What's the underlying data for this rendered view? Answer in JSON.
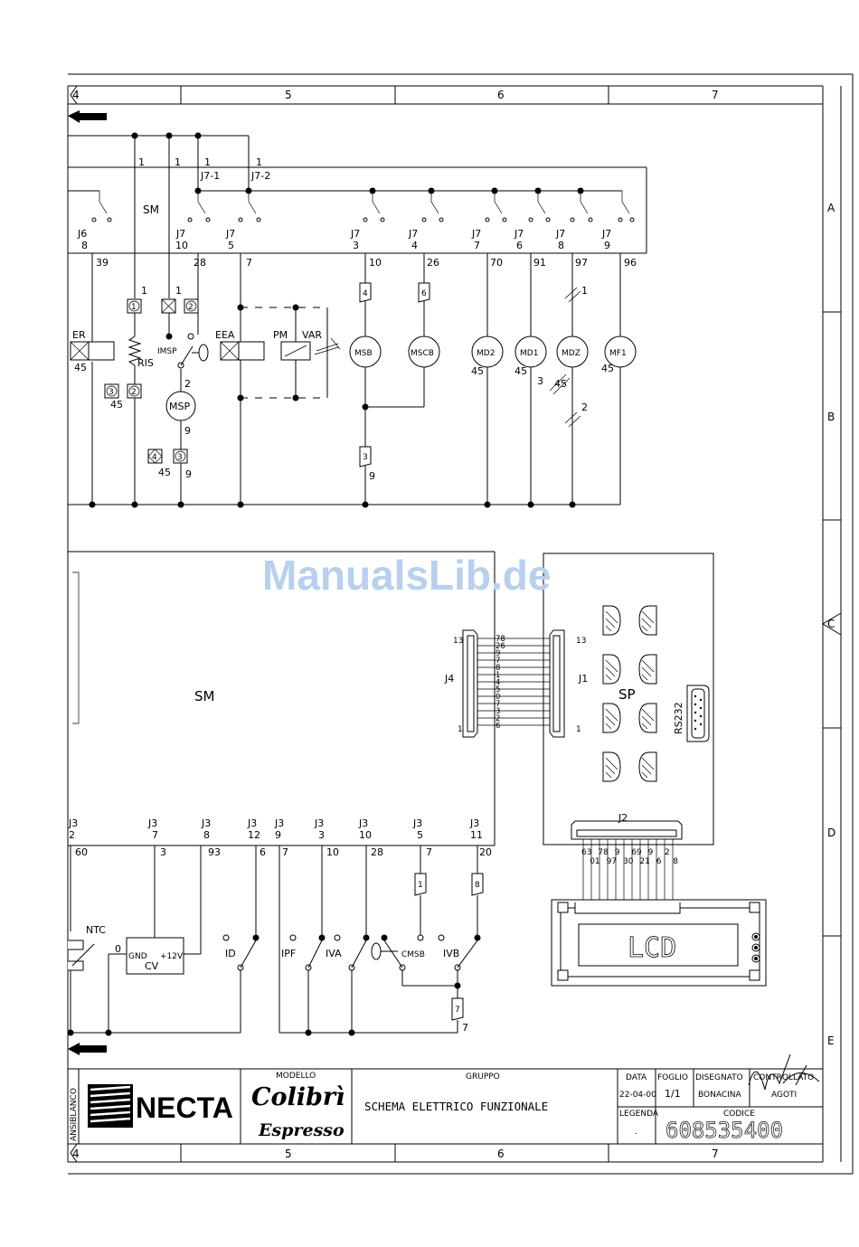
{
  "watermark": "ManualsLib.de",
  "grid": {
    "columns": [
      "4",
      "5",
      "6",
      "7"
    ],
    "rows": [
      "A",
      "B",
      "C",
      "D",
      "E"
    ]
  },
  "top": {
    "sm": "SM",
    "j7_1": "J7-1",
    "j7_2": "J7-2",
    "one": "1",
    "jacks": [
      {
        "j": "J6",
        "n": "8",
        "w": "39"
      },
      {
        "j": "J7",
        "n": "10",
        "w": "28"
      },
      {
        "j": "J7",
        "n": "5",
        "w": "7"
      },
      {
        "j": "J7",
        "n": "3",
        "w": "10"
      },
      {
        "j": "J7",
        "n": "4",
        "w": "26"
      },
      {
        "j": "J7",
        "n": "7",
        "w": "70"
      },
      {
        "j": "J7",
        "n": "6",
        "w": "91"
      },
      {
        "j": "J7",
        "n": "8",
        "w": "97"
      },
      {
        "j": "J7",
        "n": "9",
        "w": "96"
      }
    ],
    "er": "ER",
    "ris": "RIS",
    "imsp": "IMSP",
    "msp": "MSP",
    "eea": "EEA",
    "pm": "PM",
    "var": "VAR",
    "motors": [
      "MSB",
      "MSCB",
      "MD2",
      "MD1",
      "MDZ",
      "MF1"
    ],
    "ground": "45",
    "tags": {
      "t1": "1",
      "t2": "2",
      "t3": "3",
      "t4": "4",
      "t6": "6",
      "t9": "9"
    }
  },
  "mid": {
    "sm": "SM",
    "sp": "SP",
    "j4": "J4",
    "j1": "J1",
    "j2": "J2",
    "rs232": "RS232",
    "lcd": "LCD",
    "pin13": "13",
    "pin1": "1",
    "j4_wires": [
      "78",
      "26",
      "9",
      "7",
      "8",
      "1",
      "4",
      "5",
      "0",
      "7",
      "3",
      "2",
      "6"
    ],
    "j2_wires": [
      "63",
      "01",
      "78",
      "97",
      "9",
      "30",
      "69",
      "21",
      "9",
      "6",
      "2",
      "8"
    ]
  },
  "bottom": {
    "jacks": [
      {
        "j": "J3",
        "n": "2",
        "w": "60"
      },
      {
        "j": "J3",
        "n": "7",
        "w": "3"
      },
      {
        "j": "J3",
        "n": "8",
        "w": "93"
      },
      {
        "j": "J3",
        "n": "12",
        "w": "6"
      },
      {
        "j": "J3",
        "n": "9",
        "w": "7"
      },
      {
        "j": "J3",
        "n": "3",
        "w": "10"
      },
      {
        "j": "J3",
        "n": "10",
        "w": "28"
      },
      {
        "j": "J3",
        "n": "5",
        "w": "7"
      },
      {
        "j": "J3",
        "n": "11",
        "w": "20"
      }
    ],
    "ntc": "NTC",
    "cv": "CV",
    "gnd": "GND",
    "v12": "+12V",
    "zero": "0",
    "switches": [
      "ID",
      "IPF",
      "IVA",
      "CMSB",
      "IVB"
    ],
    "tag1": "1",
    "tag8": "8",
    "tag7": "7"
  },
  "titleblock": {
    "side": "ANSIBLANCO",
    "brand": "NECTA",
    "modello_label": "MODELLO",
    "model": "Colibrì",
    "sub": "Espresso",
    "gruppo_label": "GRUPPO",
    "title": "SCHEMA ELETTRICO FUNZIONALE",
    "data_label": "DATA",
    "data": "22-04-00",
    "foglio_label": "FOGLIO",
    "foglio": "1/1",
    "disegnato_label": "DISEGNATO",
    "disegnato": "BONACINA",
    "controllato_label": "CONTROLLATO",
    "controllato": "AGOTI",
    "legenda_label": "LEGENDA",
    "legenda": ".",
    "codice_label": "CODICE",
    "codice": "608535400"
  }
}
